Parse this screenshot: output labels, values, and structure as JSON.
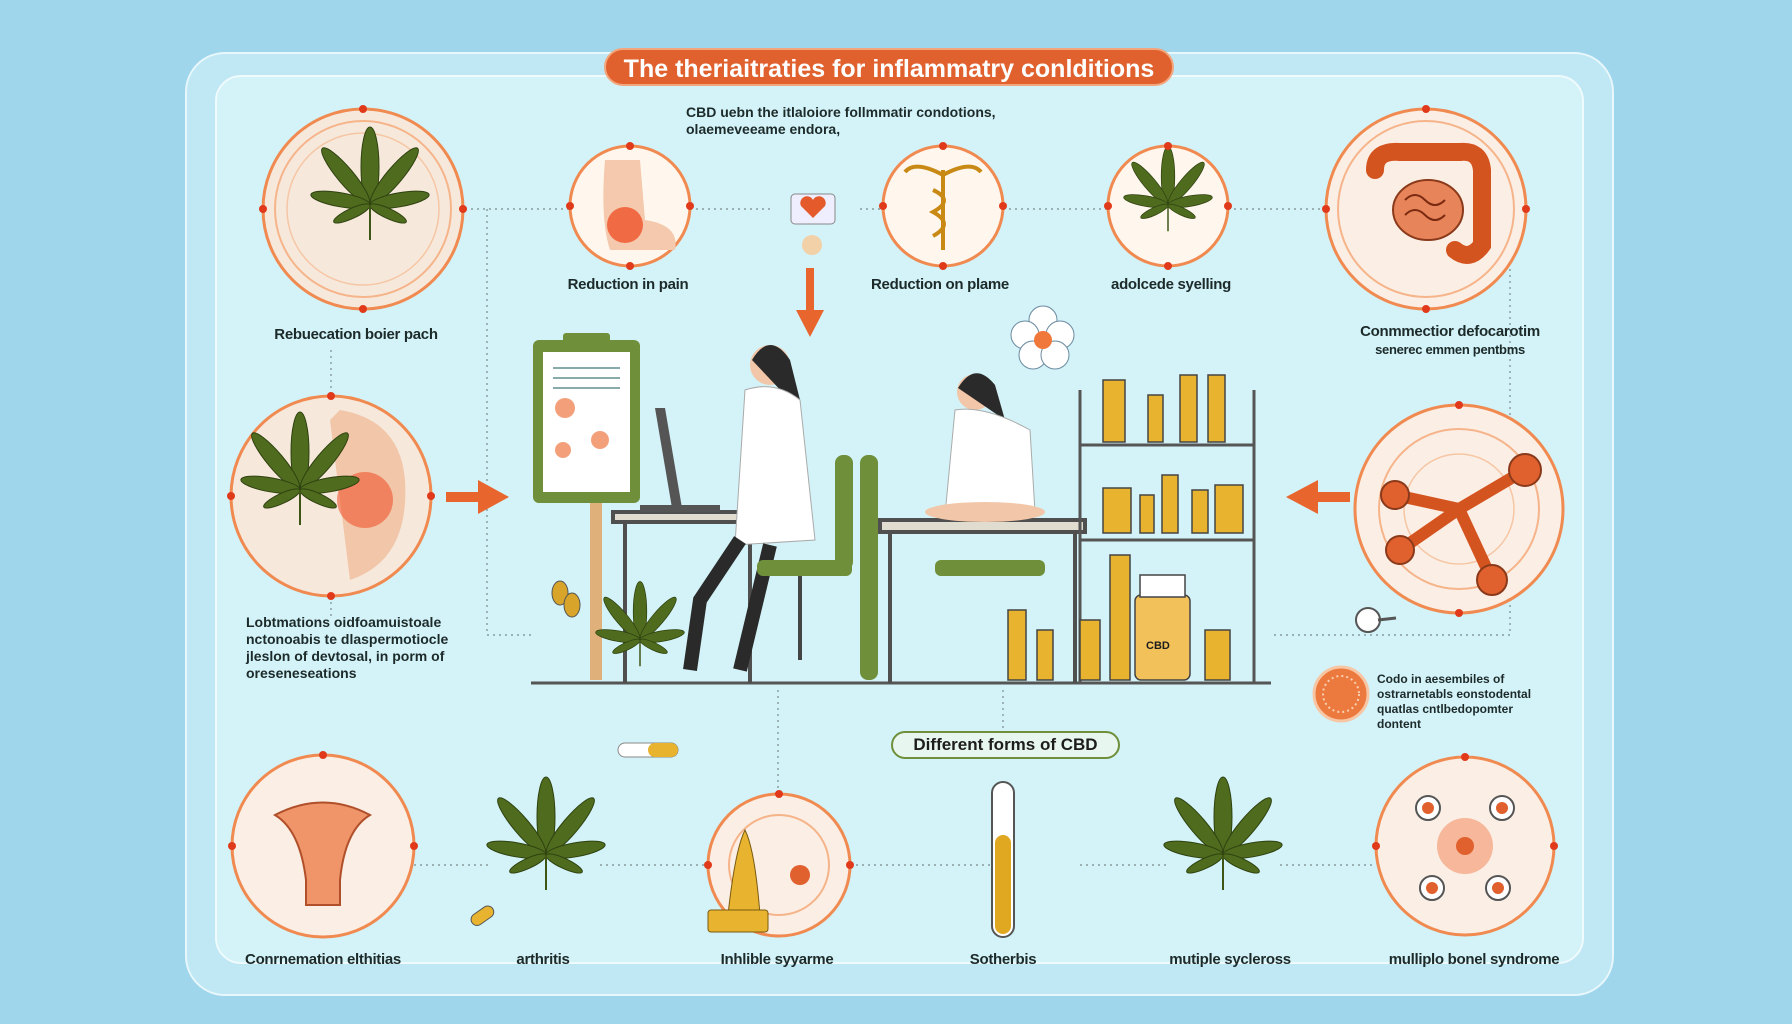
{
  "title": "The theriaitraties for inflammatry conlditions",
  "intro": {
    "line1": "CBD uebn the itlaloiore follmmatir condotions,",
    "line2": "olaemeveeame endora,"
  },
  "top_row": [
    {
      "label": "Rebuecation boier pach",
      "icon": "cannabis-leaf-icon"
    },
    {
      "label": "Reduction in pain",
      "icon": "inflamed-foot-icon"
    },
    {
      "label": "Reduction on plame",
      "icon": "caduceus-icon"
    },
    {
      "label": "adolcede syelling",
      "icon": "cannabis-leaf-icon"
    },
    {
      "label_line1": "Conmmectior defocarotim",
      "label_line2": "senerec emmen pentbms",
      "icon": "intestine-icon"
    }
  ],
  "left_text": {
    "line1": "Lobtmations oidfoamuistoale",
    "line2": "nctonoabis te dlaspermotiocle",
    "line3": "jleslon of devtosal,  in porm of",
    "line4": "oreseneseations"
  },
  "right_text": {
    "line1": "Codo  in aesembiles of",
    "line2": "ostrarnetabls eonstodental",
    "line3": "quatlas cntlbedopomter",
    "line4": "dontent"
  },
  "center_badge": "Different forms of CBD",
  "bottle_label": "CBD",
  "bottom_row": [
    {
      "label": "Conrnemation elthitias",
      "icon": "uterus-icon"
    },
    {
      "label": "arthritis",
      "icon": "cannabis-leaf-icon"
    },
    {
      "label": "Inhlible syyarme",
      "icon": "oil-drop-icon"
    },
    {
      "label": "Sotherbis",
      "icon": "test-tube-icon"
    },
    {
      "label": "mutiple sycleross",
      "icon": "cannabis-leaf-icon"
    },
    {
      "label": "mulliplo bonel syndrome",
      "icon": "cell-network-icon"
    }
  ],
  "colors": {
    "accent": "#e0612e",
    "leaf": "#4f6b1e",
    "background": "#9fd6ec",
    "panel": "#d3f3f8"
  }
}
